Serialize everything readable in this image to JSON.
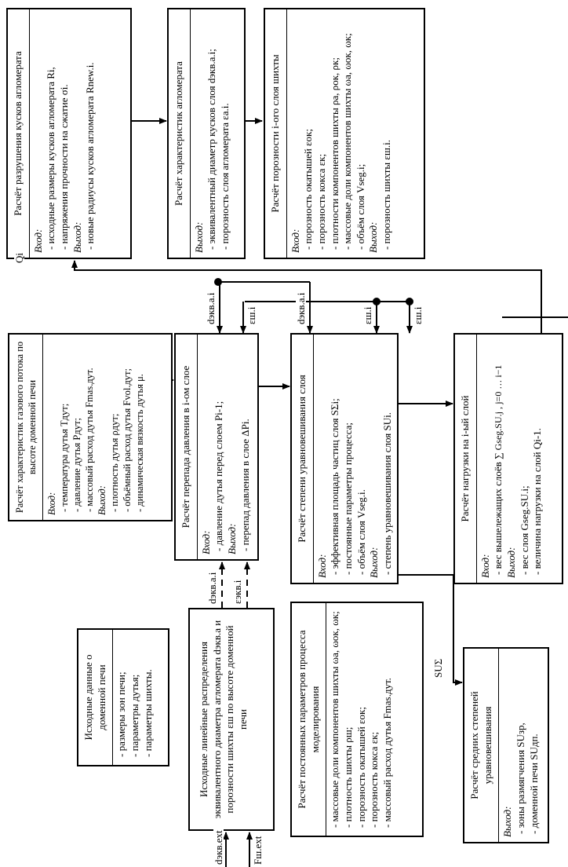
{
  "boxes": {
    "init_data": {
      "title": "Исходные данные о доменной печи",
      "items": [
        "размеры зон печи;",
        "параметры дутья;",
        "параметры шихты."
      ]
    },
    "distributions": {
      "title": "Исходные линейные распределения эквивалентного диаметра агломерата dэкв.а и порозности шихты εш по высоте доменной печи"
    },
    "constants": {
      "title": "Расчёт постоянных параметров процесса моделирования",
      "items": [
        "массовые доли компонентов шихты ωа, ωок, ωк;",
        "плотность шихты ρш;",
        "порозность окатышей εок;",
        "порозность кокса εк;",
        "массовый расход дутья Fmas.дут."
      ]
    },
    "avg_levels": {
      "title": "Расчёт средних степеней уравновешивания",
      "output_label": "Выход:",
      "items": [
        "зоны размягчения SUзр,",
        "доменной печи SUдп."
      ]
    },
    "gas_flow": {
      "title": "Расчёт характеристик газового потока по высоте доменной печи",
      "input_label": "Вход:",
      "inputs": [
        "температура дутья Tдут;",
        "давление дутья Pдут;",
        "массовый расход дутья Fmas.дут."
      ],
      "output_label": "Выход:",
      "outputs": [
        "плотность дутья ρдут;",
        "объёмный расход дутья Fvol.дут;",
        "динамическая вязкость дутья μ."
      ]
    },
    "pressure_drop": {
      "title": "Расчёт перепада давления в i-ом слое",
      "input_label": "Вход:",
      "inputs": [
        "давление дутья перед слоем Pi-1;"
      ],
      "output_label": "Выход:",
      "outputs": [
        "перепад давления в слое ΔPi."
      ]
    },
    "equilibrium": {
      "title": "Расчёт степени уравновешивания слоя",
      "input_label": "Вход:",
      "inputs": [
        "эффективная площадь частиц слоя SΣi;",
        "постоянные параметры процесса;",
        "объём слоя Vseg.i."
      ],
      "output_label": "Выход:",
      "outputs": [
        "степень уравновешивания слоя SUi."
      ]
    },
    "load": {
      "title": "Расчёт нагрузки на i-ый слой",
      "input_label": "Вход:",
      "inputs": [
        "вес вышележащих слоёв"
      ],
      "sum_formula": "∑ Gseg.SU.j ,",
      "sum_limits": "j=0 … i−1",
      "output_label": "Выход:",
      "outputs": [
        "вес слоя Gseg.SU.i;",
        "величина нагрузки на слой Qi-1."
      ]
    },
    "destruction": {
      "title": "Расчёт разрушения кусков агломерата",
      "input_label": "Вход:",
      "inputs": [
        "исходные размеры кусков агломерата Ri,",
        "напряжения прочности на сжатие σi."
      ],
      "output_label": "Выход:",
      "outputs": [
        "новые радиусы кусков агломерата Rnew.i."
      ]
    },
    "characteristics": {
      "title": "Расчёт характеристик агломерата",
      "output_label": "Выход:",
      "outputs": [
        "эквивалентный диаметр кусков слоя dэкв.а.i;",
        "порозность слоя агломерата εа.i."
      ]
    },
    "porosity": {
      "title": "Расчёт порозности i-ого слоя шихты",
      "input_label": "Вход:",
      "inputs": [
        "порозность окатышей εок;",
        "порозность кокса εк;",
        "плотности компонентов шихты ρа, ρок, ρк;",
        "массовые доли компонентов шихты ωа, ωок, ωк;",
        "объём слоя Vseg.i;"
      ],
      "output_label": "Выход:",
      "outputs": [
        "порозность шихты εш.i."
      ]
    }
  },
  "signals": {
    "d_ext": "dэкв.ext",
    "f_ext": "Fш.ext",
    "d_dist": "dэкв.а.i",
    "eps_dist": "εэкв.i",
    "d_press": "dэкв.а.i",
    "eps_press": "εш.i",
    "d_equil": "dэкв.а.i",
    "eps_equil": "εш.i",
    "eps_load": "εш.i",
    "q": "Qi",
    "su": "SUΣ"
  }
}
